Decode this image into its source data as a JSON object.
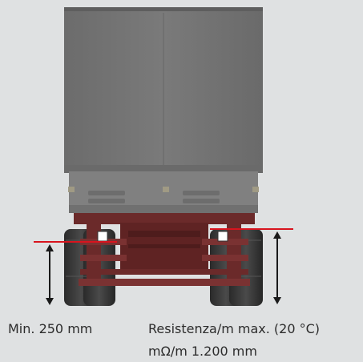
{
  "captions": {
    "min_height": "Min. 250 mm",
    "resistance_line1": "Resistenza/m max. (20 °C)",
    "resistance_line2": "mΩ/m 1.200 mm"
  },
  "colors": {
    "background": "#dfe1e2",
    "cargo_body": "#747474",
    "chassis": "#6b2a2a",
    "red_line": "#d8141e",
    "arrow": "#1a1a1a"
  },
  "icons": {
    "vehicle": "trailer-rear-view-illustration",
    "left_arrow": "double-headed-arrow-icon",
    "right_arrow": "double-headed-arrow-icon"
  }
}
